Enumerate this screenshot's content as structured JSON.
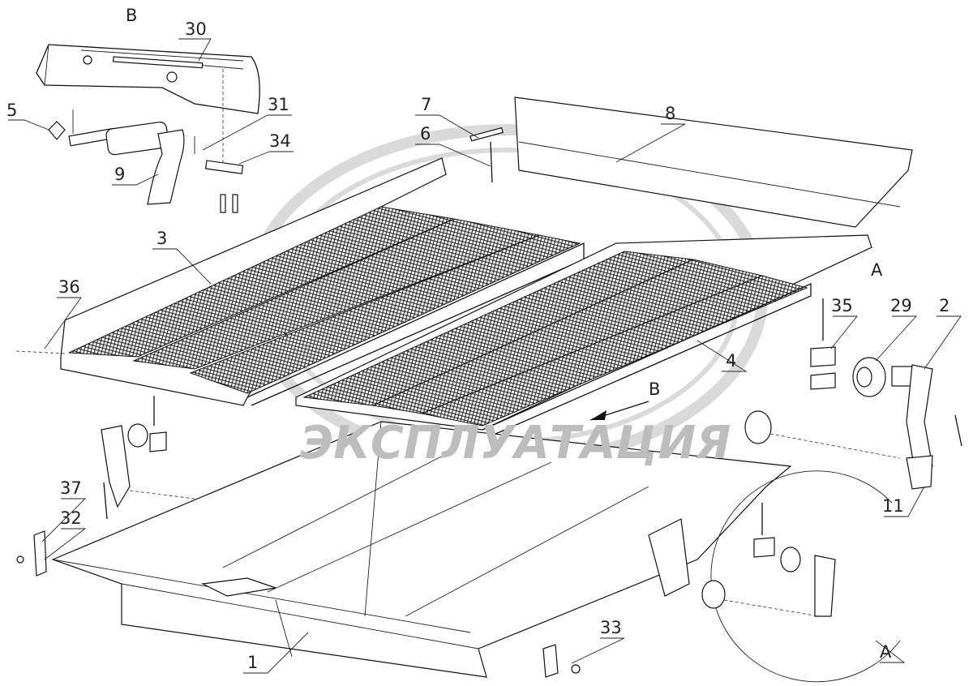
{
  "diagram": {
    "watermark": "ЭКСПЛУАТАЦИЯ",
    "view_labels": {
      "view_b": "B",
      "view_a_top": "A",
      "view_a_bottom": "A",
      "arrow_b": "B"
    },
    "callouts": {
      "c1": "1",
      "c2": "2",
      "c3": "3",
      "c4": "4",
      "c5": "5",
      "c6": "6",
      "c7": "7",
      "c8": "8",
      "c9": "9",
      "c11": "11",
      "c29": "29",
      "c30": "30",
      "c31": "31",
      "c32": "32",
      "c33": "33",
      "c34": "34",
      "c35": "35",
      "c36": "36",
      "c37": "37"
    }
  }
}
